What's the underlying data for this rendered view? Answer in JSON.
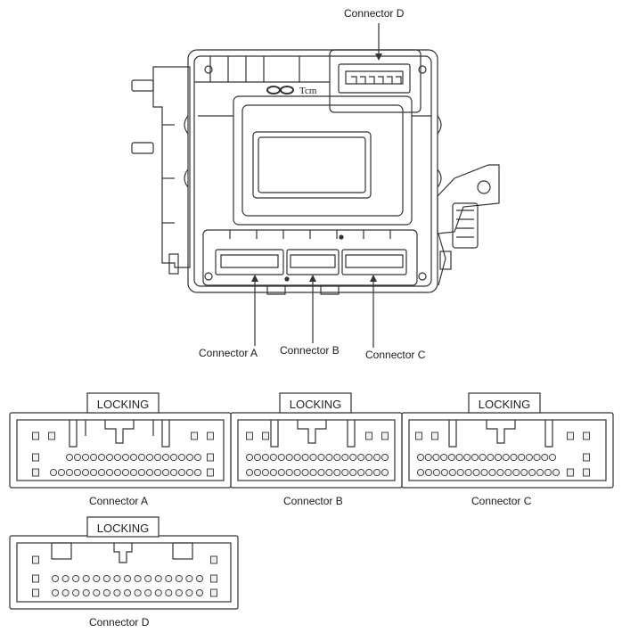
{
  "module_labels": {
    "connector_d": "Connector D",
    "connector_a": "Connector A",
    "connector_b": "Connector B",
    "connector_c": "Connector C"
  },
  "brand_text": "Tcm",
  "connector_views": [
    {
      "id": "a",
      "label": "Connector A",
      "lock_label": "LOCKING"
    },
    {
      "id": "b",
      "label": "Connector B",
      "lock_label": "LOCKING"
    },
    {
      "id": "c",
      "label": "Connector C",
      "lock_label": "LOCKING"
    },
    {
      "id": "d",
      "label": "Connector D",
      "lock_label": "LOCKING"
    }
  ],
  "colors": {
    "line": "#333333",
    "fill": "#ffffff",
    "pin_fill": "#eeeeee"
  }
}
